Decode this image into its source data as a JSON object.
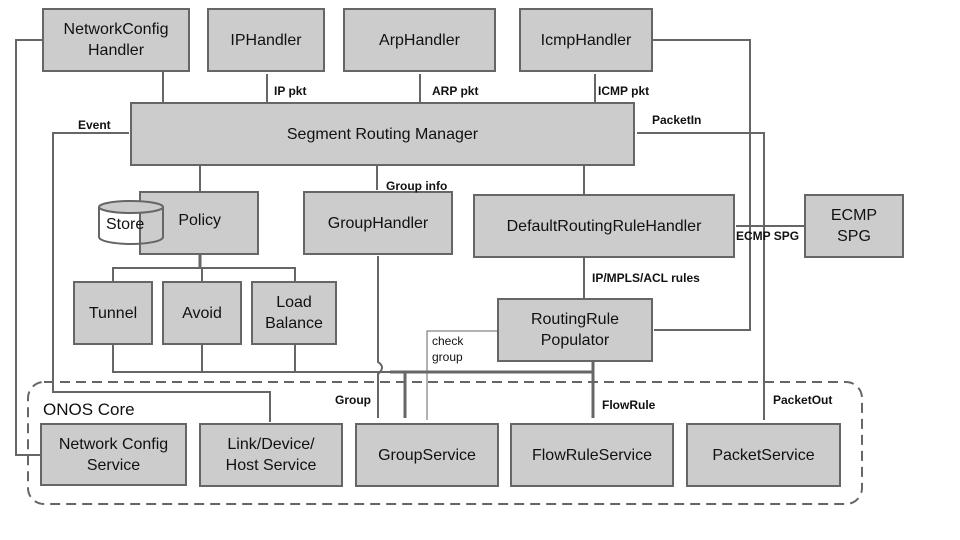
{
  "diagram": {
    "boxes": {
      "network_config_handler": "NetworkConfig\nHandler",
      "ip_handler": "IPHandler",
      "arp_handler": "ArpHandler",
      "icmp_handler": "IcmpHandler",
      "segment_routing_manager": "Segment Routing Manager",
      "store": "Store",
      "policy": "Policy",
      "group_handler": "GroupHandler",
      "default_routing_rule_handler": "DefaultRoutingRuleHandler",
      "ecmp_spg": "ECMP\nSPG",
      "tunnel": "Tunnel",
      "avoid": "Avoid",
      "load_balance": "Load\nBalance",
      "routing_rule_populator": "RoutingRule\nPopulator",
      "network_config_service": "Network Config\nService",
      "link_device_host_service": "Link/Device/\nHost Service",
      "group_service": "GroupService",
      "flow_rule_service": "FlowRuleService",
      "packet_service": "PacketService"
    },
    "container": {
      "onos_core": "ONOS Core"
    },
    "edge_labels": {
      "ip_pkt": "IP pkt",
      "arp_pkt": "ARP pkt",
      "icmp_pkt": "ICMP pkt",
      "event": "Event",
      "packet_in": "PacketIn",
      "group_info": "Group info",
      "ecmp_spg": "ECMP SPG",
      "ip_mpls_acl_rules": "IP/MPLS/ACL rules",
      "check_group": "check\ngroup",
      "group": "Group",
      "flow_rule": "FlowRule",
      "packet_out": "PacketOut"
    },
    "colors": {
      "box_fill": "#cccccc",
      "box_border": "#666666",
      "line": "#666666"
    }
  }
}
